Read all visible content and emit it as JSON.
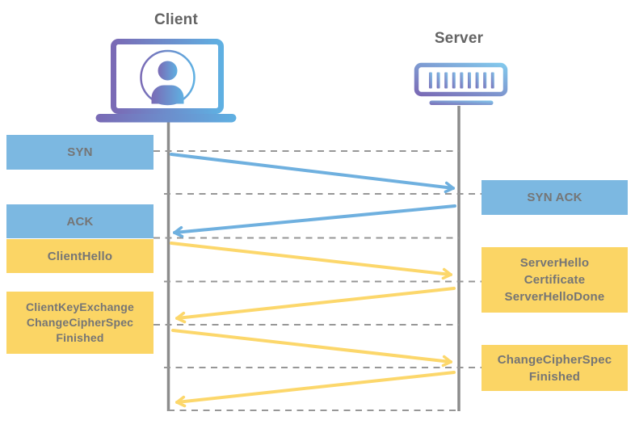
{
  "actors": {
    "client": {
      "label": "Client",
      "icon": "laptop-user-icon"
    },
    "server": {
      "label": "Server",
      "icon": "server-rack-icon"
    }
  },
  "boxes": {
    "syn": {
      "label": "SYN",
      "color": "blue"
    },
    "syn_ack": {
      "label": "SYN ACK",
      "color": "blue"
    },
    "ack": {
      "label": "ACK",
      "color": "blue"
    },
    "client_hello": {
      "label": "ClientHello",
      "color": "yellow"
    },
    "server_hello": {
      "lines": [
        "ServerHello",
        "Certificate",
        "ServerHelloDone"
      ],
      "color": "yellow"
    },
    "client_key_exchange": {
      "lines": [
        "ClientKeyExchange",
        "ChangeCipherSpec",
        "Finished"
      ],
      "color": "yellow"
    },
    "change_cipher_spec": {
      "lines": [
        "ChangeCipherSpec",
        "Finished"
      ],
      "color": "yellow"
    }
  },
  "arrows": [
    {
      "from": "client",
      "to": "server",
      "color": "blue"
    },
    {
      "from": "server",
      "to": "client",
      "color": "blue"
    },
    {
      "from": "client",
      "to": "server",
      "color": "yellow"
    },
    {
      "from": "server",
      "to": "client",
      "color": "yellow"
    },
    {
      "from": "client",
      "to": "server",
      "color": "yellow"
    },
    {
      "from": "server",
      "to": "client",
      "color": "yellow"
    }
  ],
  "colors": {
    "tcp_blue": "#7cb8e1",
    "tls_yellow": "#fbd565",
    "arrow_blue": "#6fb0df",
    "arrow_yellow": "#fcd76b",
    "dash_gray": "#979797",
    "line_gray": "#8c8c8c",
    "box_text": "#757575",
    "title_text": "#636363",
    "grad_purple": "#7a6ab5",
    "grad_blue": "#5fb0e2",
    "grad_blue_light": "#82c8ec"
  }
}
